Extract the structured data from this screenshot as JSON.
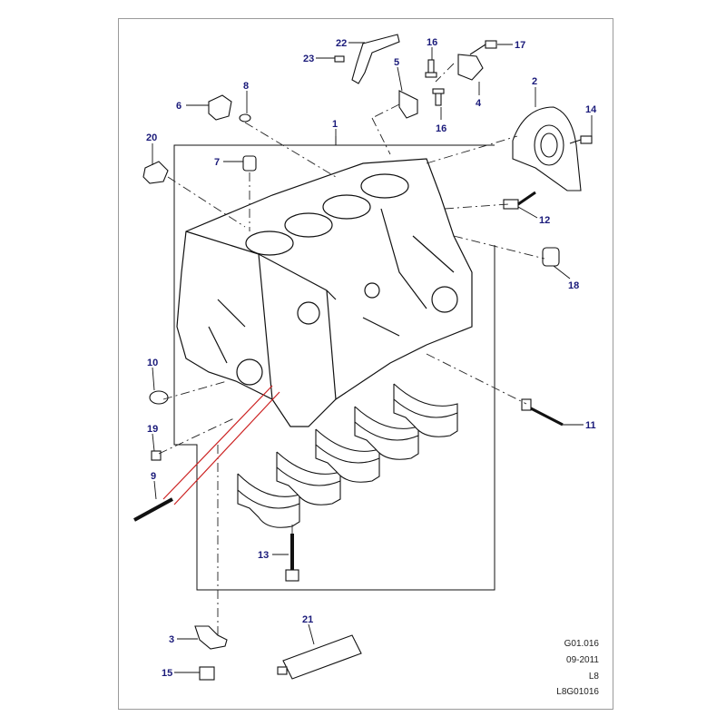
{
  "colors": {
    "callout": "#1a1a7a",
    "outline": "#111111",
    "dashed": "#222222",
    "highlight": "#cc2222",
    "frame": "#9a9a9a"
  },
  "callouts": [
    {
      "id": "22",
      "text": "22"
    },
    {
      "id": "23",
      "text": "23"
    },
    {
      "id": "16a",
      "text": "16"
    },
    {
      "id": "17",
      "text": "17"
    },
    {
      "id": "5",
      "text": "5"
    },
    {
      "id": "4",
      "text": "4"
    },
    {
      "id": "16b",
      "text": "16"
    },
    {
      "id": "6",
      "text": "6"
    },
    {
      "id": "8",
      "text": "8"
    },
    {
      "id": "2",
      "text": "2"
    },
    {
      "id": "14",
      "text": "14"
    },
    {
      "id": "1",
      "text": "1"
    },
    {
      "id": "20",
      "text": "20"
    },
    {
      "id": "7",
      "text": "7"
    },
    {
      "id": "12",
      "text": "12"
    },
    {
      "id": "18",
      "text": "18"
    },
    {
      "id": "10",
      "text": "10"
    },
    {
      "id": "11",
      "text": "11"
    },
    {
      "id": "19",
      "text": "19"
    },
    {
      "id": "9",
      "text": "9"
    },
    {
      "id": "13",
      "text": "13"
    },
    {
      "id": "21",
      "text": "21"
    },
    {
      "id": "3",
      "text": "3"
    },
    {
      "id": "15",
      "text": "15"
    }
  ],
  "meta": {
    "ref": "G01.016",
    "date": "09-2011",
    "model": "L8",
    "code": "L8G01016"
  }
}
